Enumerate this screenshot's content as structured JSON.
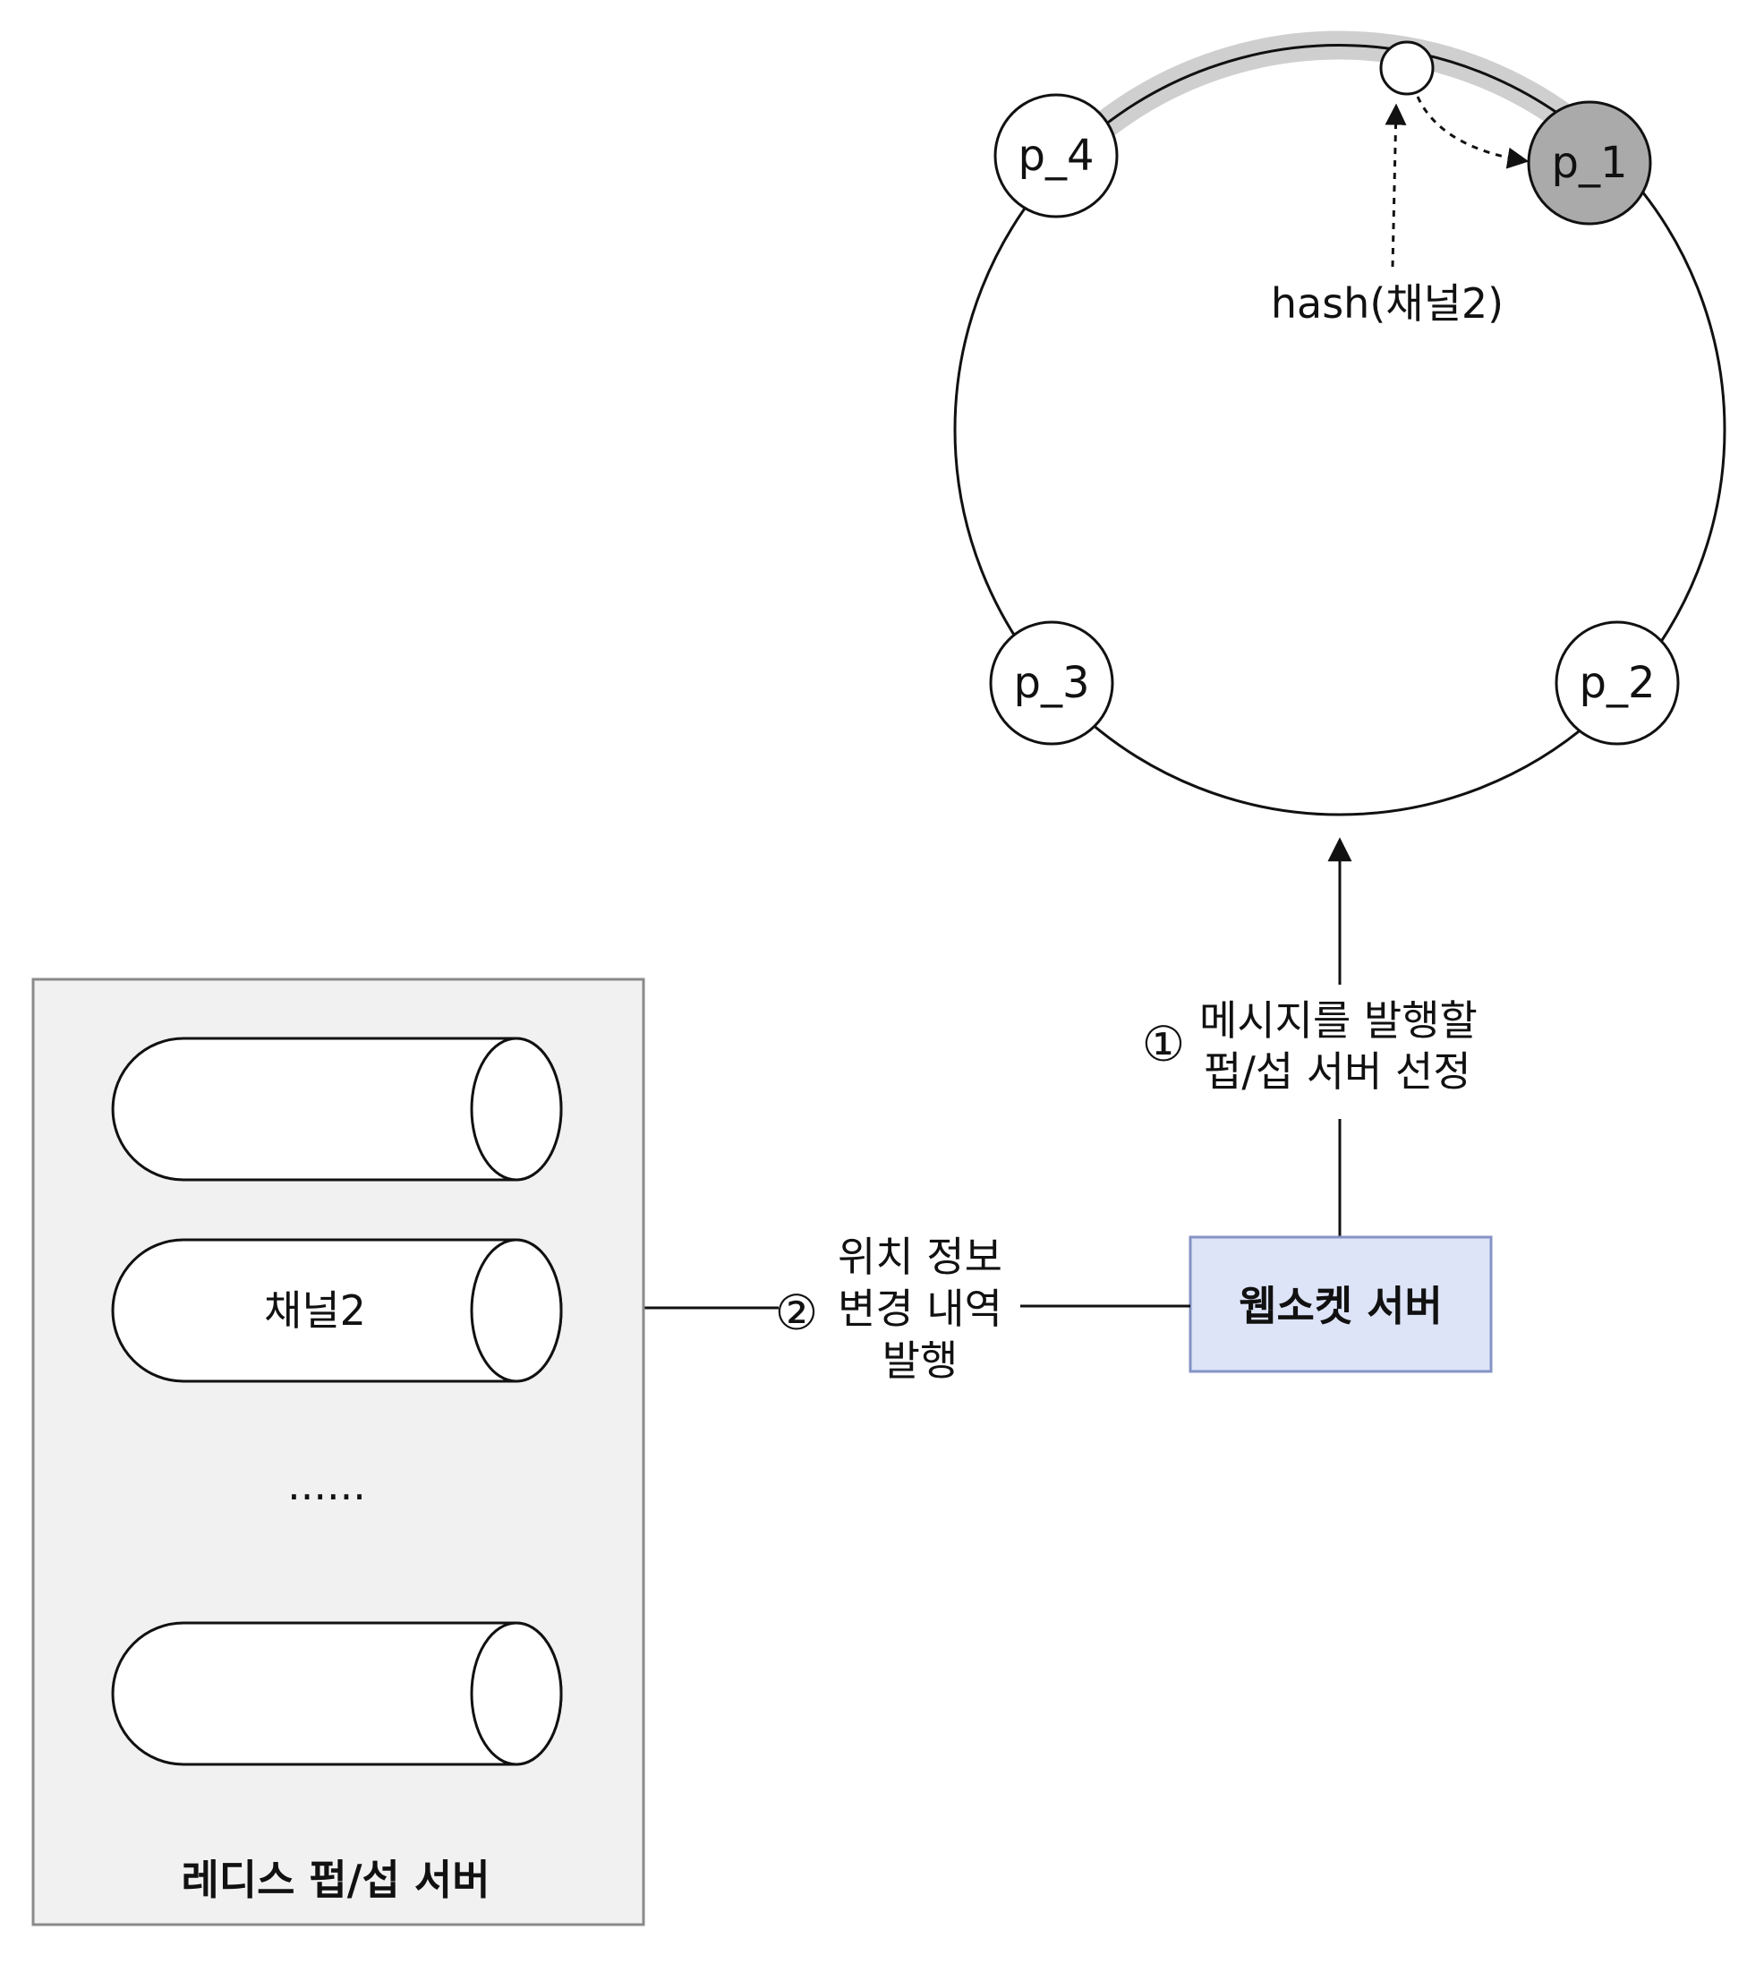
{
  "ring": {
    "nodes": [
      {
        "id": "p1",
        "label": "p_1",
        "highlighted": true
      },
      {
        "id": "p2",
        "label": "p_2",
        "highlighted": false
      },
      {
        "id": "p3",
        "label": "p_3",
        "highlighted": false
      },
      {
        "id": "p4",
        "label": "p_4",
        "highlighted": false
      }
    ],
    "hash_label": "hash(채널2)"
  },
  "step1": {
    "marker": "①",
    "line1": "메시지를 발행할",
    "line2": "펍/섭 서버 선정"
  },
  "step2": {
    "marker": "②",
    "line1": "위치 정보",
    "line2": "변경 내역",
    "line3": "발행"
  },
  "websocket_server": {
    "label": "웹소켓 서버"
  },
  "redis": {
    "title": "레디스 펍/섭 서버",
    "channels": [
      "",
      "채널2",
      "",
      ""
    ],
    "ellipsis": "......"
  },
  "colors": {
    "highlight_node": "#aaaaaa",
    "highlight_arc": "#cfcfcf",
    "server_box_fill": "#dde4f8",
    "server_box_stroke": "#8593c6",
    "panel_fill": "#f1f1f1",
    "panel_stroke": "#8a8a8a"
  }
}
